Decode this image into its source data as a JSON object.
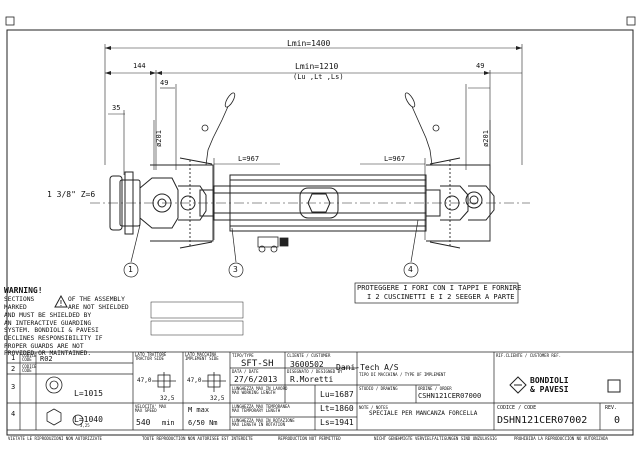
{
  "drawing": {
    "dim_overall": "Lmin=1400",
    "dim_mid": "Lmin=1210",
    "dim_mid_sub": "(Lu ,Lt ,Ls)",
    "dim_144": "144",
    "dim_49_left": "49",
    "dim_49_right": "49",
    "dim_35": "35",
    "dim_d201_left": "ø201",
    "dim_d201_right": "ø201",
    "dim_l967_left": "L=967",
    "dim_l967_right": "L=967",
    "shaft_spec": "1 3/8\" Z=6",
    "callout_1": "1",
    "callout_3": "3",
    "callout_4": "4",
    "note_line1": "PROTEGGERE I FORI CON I TAPPI E FORNIRE",
    "note_line2": "I 2 CUSCINETTI E I 2 SEEGER A PARTE"
  },
  "warning": {
    "title": "WARNING!",
    "line1a": "SECTIONS",
    "line1b": "OF THE ASSEMBLY",
    "line2a": "MARKED",
    "line2b": "ARE NOT SHIELDED",
    "body": "AND MUST BE SHIELDED BY\nAN INTERACTIVE GUARDING\nSYSTEM. BONDIOLI & PAVESI\nDECLINES RESPONSIBILITY IF\nPROPER GUARDS ARE NOT\nPROVIDED OR MAINTAINED."
  },
  "parts": [
    {
      "num": "1",
      "code_label": "CODICE",
      "code_label2": "CODE",
      "code": "R02",
      "length": ""
    },
    {
      "num": "2",
      "code_label": "CODICE",
      "code_label2": "CODE",
      "code": "",
      "length": ""
    },
    {
      "num": "3",
      "code_label": "",
      "code_label2": "",
      "code": "",
      "length": "L=1015"
    },
    {
      "num": "4",
      "code_label": "",
      "code_label2": "",
      "code": "",
      "length": "L=1040",
      "tube_note": "3,25"
    }
  ],
  "spec": {
    "lato_trattore_label": "LATO TRATTORE",
    "lato_trattore_label2": "TRACTOR SIDE",
    "lato_macchina_label": "LATO MACCHINA",
    "lato_macchina_label2": "IMPLEMENT SIDE",
    "cross_dim_a": "47,0",
    "cross_dim_b": "32,5",
    "cross_dim_c": "47,0",
    "cross_dim_d": "32,5",
    "speed_label": "VELOCITA' MAX",
    "speed_label2": "MAX SPEED",
    "speed_value": "540",
    "speed_unit": "min",
    "torque_label": "M max",
    "torque_value": "6/50 Nm",
    "tipo_label": "TIPO/TYPE",
    "tipo_value": "SFT-SH",
    "cliente_label": "CLIENTE / CUSTOMER",
    "cliente_code": "3600502",
    "cliente_name": "Dani-Tech A/S",
    "data_label": "DATA / DATE",
    "data_value": "27/6/2013",
    "disegnato_label": "DISEGNATO / DESIGNED BY",
    "disegnato_value": "R.Moretti",
    "tipo_attrezzatura_label": "TIPO DI MACCHINA / TYPE OF IMPLEMENT",
    "lu_label": "LUNGHEZZA MAX IN LAVORO",
    "lu_label2": "MAX WORKING LENGTH",
    "lu_value": "Lu=1687",
    "lt_label": "LUNGHEZZA MAX TEMPORANEA",
    "lt_label2": "MAX TEMPORARY LENGTH",
    "lt_value": "Lt=1860",
    "ls_label": "LUNGHEZZA MAX IN ROTAZIONE",
    "ls_label2": "MAX LENGTH IN ROTATION",
    "ls_value": "Ls=1941",
    "studio_label": "STUDIO / DRAWING",
    "ordine_label": "ORDINE / ORDER",
    "ordine_value": "CSHN121CER07000",
    "note_label": "NOTE / NOTES",
    "note_value": "SPECIALE PER MANCANZA FORCELLA",
    "rif_label": "RIF.CLIENTE / CUSTOMER REF.",
    "brand_line1": "BONDIOLI",
    "brand_line2": "& PAVESI",
    "codice_label": "CODICE / CODE",
    "codice_value": "DSHN121CER07002",
    "rev_label": "REV.",
    "rev_value": "0"
  },
  "footer": [
    "VIETATE LE RIPRODUZIONI NON AUTORIZZATE",
    "TOUTE REPRODUCTION NON AUTORISEE EST INTERDITE",
    "REPRODUCTION NOT PERMITTED",
    "NICHT GENEHMIGTE VERVIELFALTIGUNGEN SIND UNZULASSIG",
    "PROHIBIDA LA REPRODUCCION NO AUTORIZADA"
  ]
}
